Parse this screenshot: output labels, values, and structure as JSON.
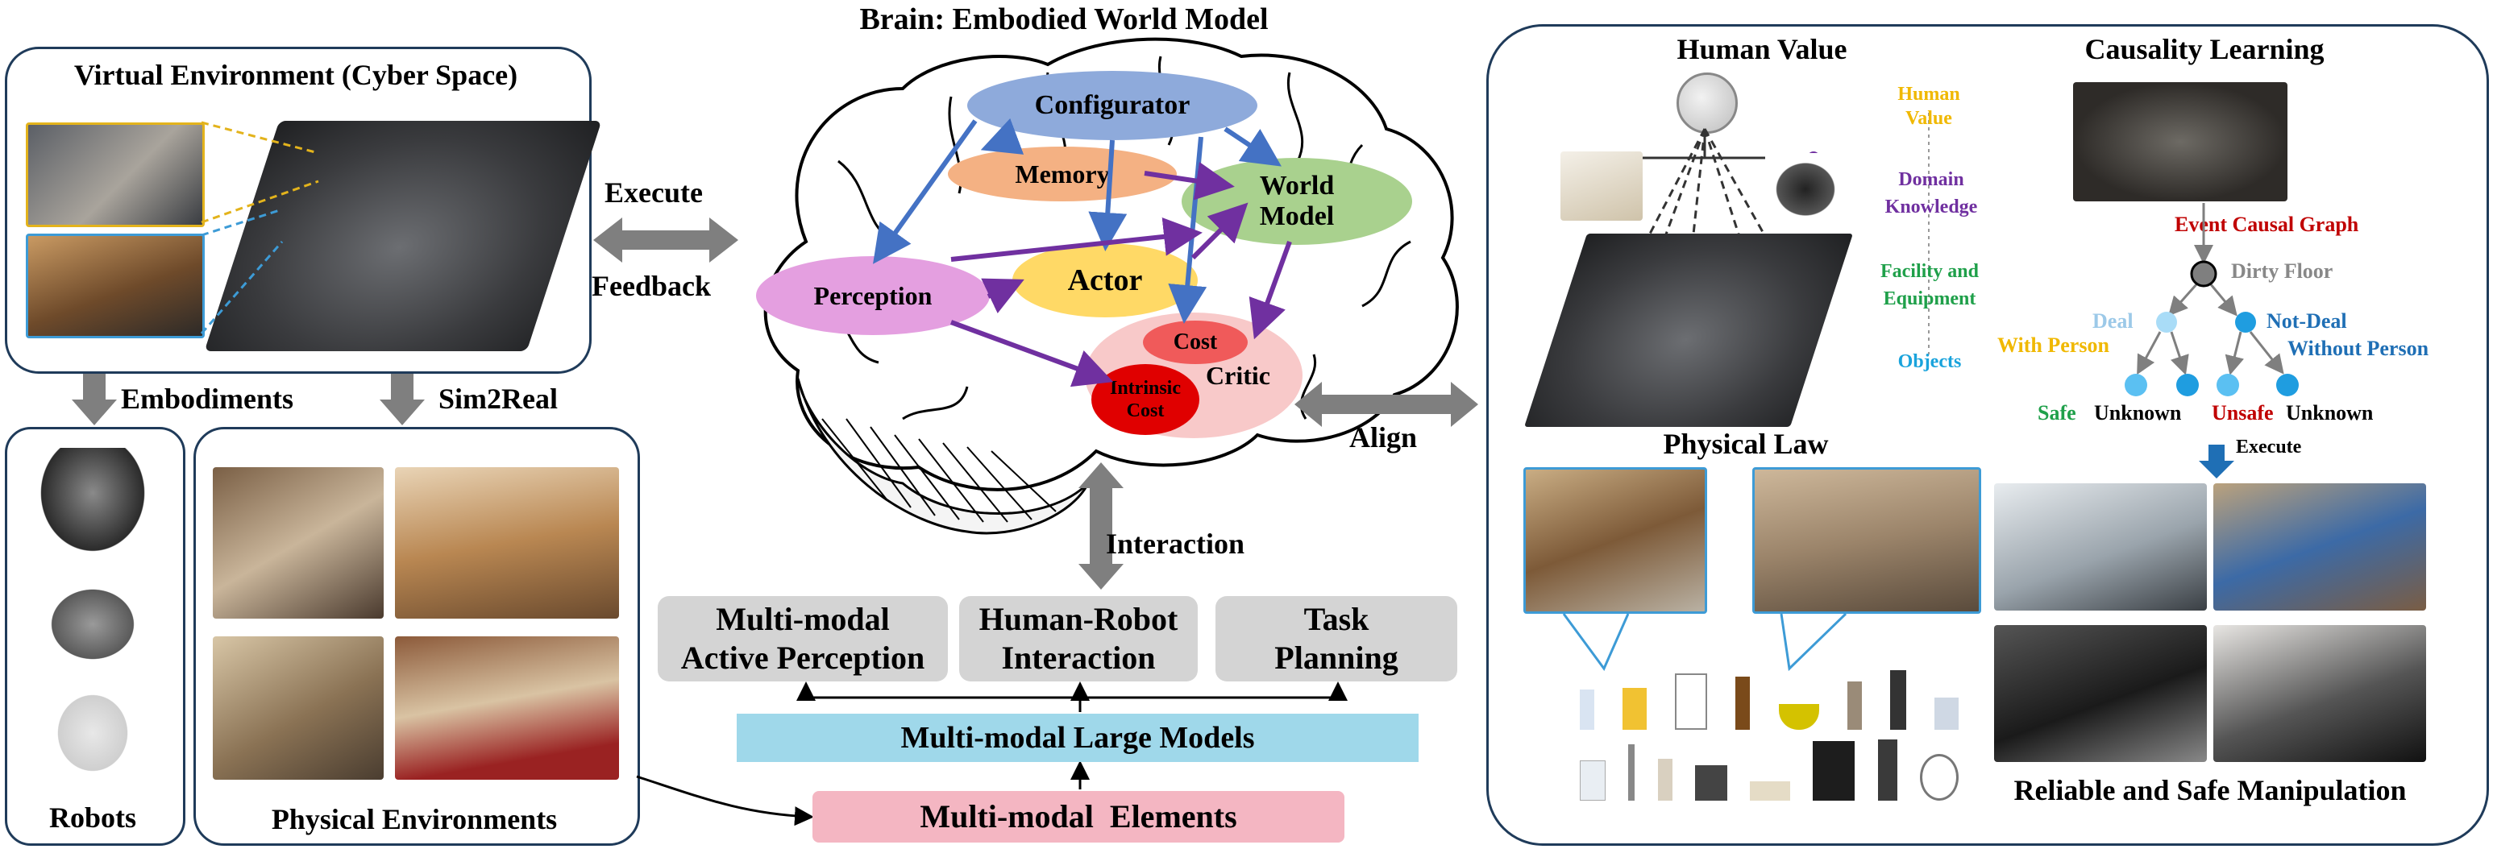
{
  "brain": {
    "title": "Brain: Embodied World Model",
    "nodes": {
      "configurator": "Configurator",
      "memory": "Memory",
      "world_model": "World\nModel",
      "perception": "Perception",
      "actor": "Actor",
      "cost": "Cost",
      "intrinsic_cost": "Intrinsic\nCost",
      "critic": "Critic"
    },
    "interaction_label": "Interaction",
    "modules": [
      "Multi-modal\nActive Perception",
      "Human-Robot\nInteraction",
      "Task\nPlanning"
    ],
    "large_models": "Multi-modal Large Models",
    "elements": "Multi-modal  Elements"
  },
  "left": {
    "virtual_env_title": "Virtual Environment (Cyber Space)",
    "execute_label": "Execute",
    "feedback_label": "Feedback",
    "embodiments_label": "Embodiments",
    "sim2real_label": "Sim2Real",
    "robots_label": "Robots",
    "physical_env_label": "Physical Environments"
  },
  "right": {
    "align_label": "Align",
    "human_value_title": "Human Value",
    "hierarchy": {
      "human_value": "Human\nValue",
      "domain_knowledge": "Domain\nKnowledge",
      "facility": "Facility and\nEquipment",
      "objects": "Objects"
    },
    "physical_law_title": "Physical Law",
    "causality_title": "Causality Learning",
    "causal": {
      "event_graph": "Event Causal Graph",
      "dirty_floor": "Dirty Floor",
      "deal": "Deal",
      "with_person": "With Person",
      "not_deal": "Not-Deal",
      "without_person": "Without Person",
      "safe": "Safe",
      "unknown_1": "Unknown",
      "unsafe": "Unsafe",
      "unknown_2": "Unknown",
      "execute": "Execute"
    },
    "manipulation_title": "Reliable and Safe Manipulation"
  },
  "colors": {
    "panel_border": "#1f3b5a",
    "configurator": "#8eaadb",
    "memory": "#f4b183",
    "world_model": "#a9d18e",
    "perception": "#e49fe0",
    "actor": "#ffd966",
    "critic_bg": "#f8c9c9",
    "cost": "#f05a5a",
    "intrinsic_cost": "#e00000",
    "grey_box": "#d4d4d4",
    "large_models": "#9fd8ea",
    "elements": "#f4b6c2",
    "arrow_blue": "#4472c4",
    "arrow_purple": "#7030a0",
    "grey_arrow": "#7f7f7f",
    "hv_yellow": "#f0b800",
    "hv_purple": "#7030a0",
    "hv_green": "#1fa04a",
    "hv_cyan": "#19a3dc",
    "red_text": "#c00000",
    "blue_text": "#1f6fb5"
  }
}
